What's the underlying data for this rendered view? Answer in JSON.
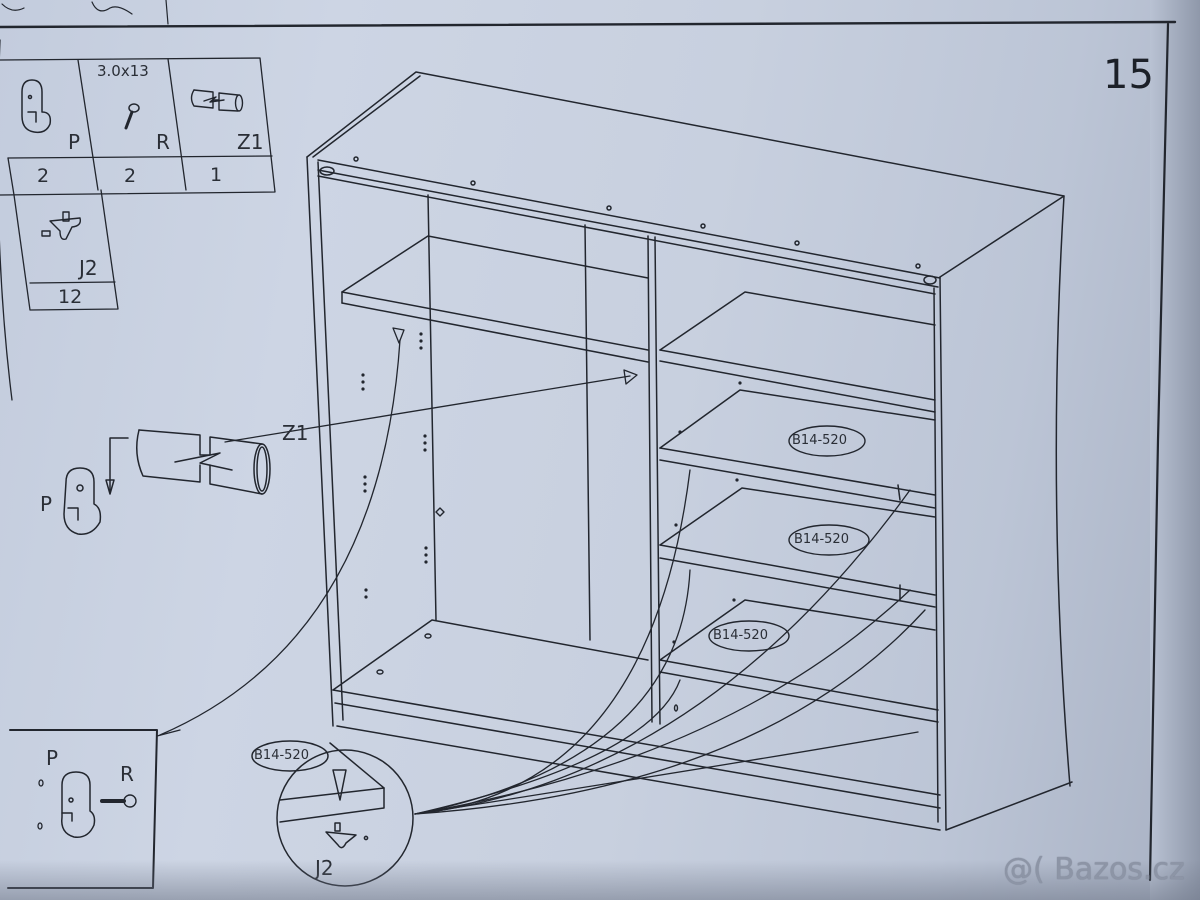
{
  "page": {
    "step_number": "15",
    "description": "Furniture assembly instruction sheet — cabinet with shelves, clothes rail and hooks"
  },
  "parts_table": {
    "items": [
      {
        "code": "P",
        "icon": "hook-icon",
        "size": "",
        "quantity": "2"
      },
      {
        "code": "R",
        "icon": "screw-icon",
        "size": "3.0x13",
        "quantity": "2"
      },
      {
        "code": "Z1",
        "icon": "rail-tube-icon",
        "size": "",
        "quantity": "1"
      },
      {
        "code": "J2",
        "icon": "shelf-support-pin-icon",
        "size": "",
        "quantity": "12"
      }
    ]
  },
  "callouts": {
    "rail_detail": {
      "rail_label": "Z1",
      "hook_label": "P"
    },
    "hook_mount_detail": {
      "hook_label": "P",
      "screw_label": "R"
    },
    "shelf_pin_detail": {
      "shelf_tag": "B14-520",
      "pin_label": "J2"
    }
  },
  "shelf_tags": [
    "B14-520",
    "B14-520",
    "B14-520"
  ],
  "watermark": {
    "text": "@( Bazos.cz"
  },
  "colors": {
    "paper": "#cdd5e4",
    "ink": "#22262e",
    "watermark": "#8d95a6"
  }
}
